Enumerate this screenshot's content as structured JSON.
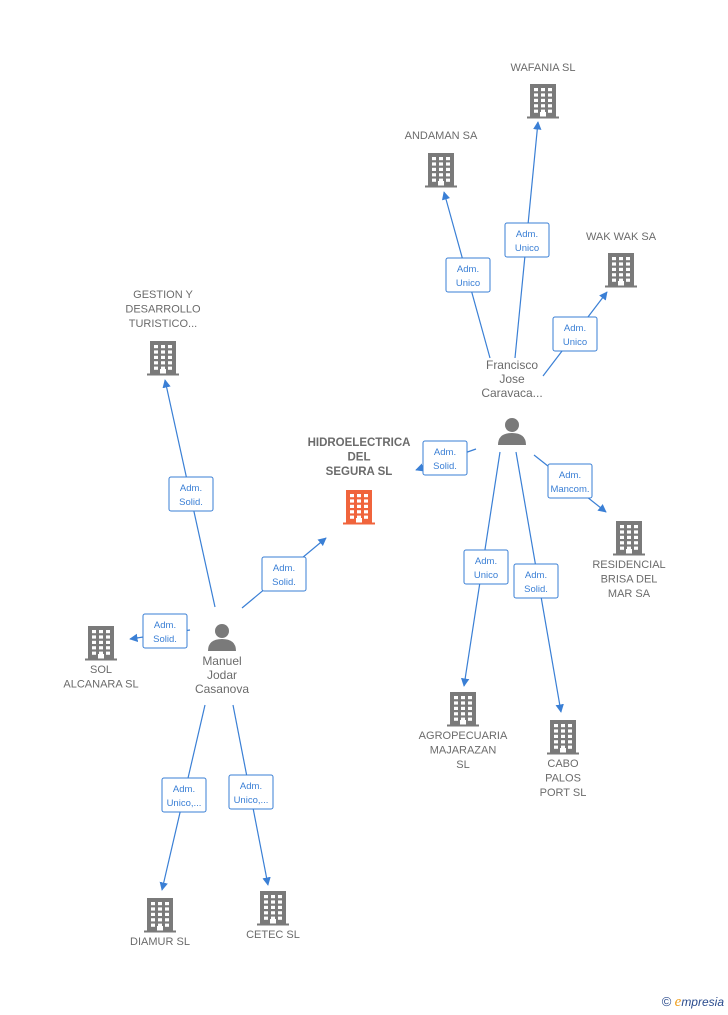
{
  "colors": {
    "edge": "#3a7fd5",
    "building": "#7a7a7a",
    "center_building": "#f0643c",
    "person": "#7a7a7a",
    "label": "#6b6b6b"
  },
  "nodes": [
    {
      "id": "hidroelectrica",
      "kind": "company",
      "center": true,
      "lines": [
        "HIDROELECTRICA",
        "DEL",
        "SEGURA  SL"
      ]
    },
    {
      "id": "wafania",
      "kind": "company",
      "lines": [
        "WAFANIA SL"
      ]
    },
    {
      "id": "andaman",
      "kind": "company",
      "lines": [
        "ANDAMAN SA"
      ]
    },
    {
      "id": "wakwak",
      "kind": "company",
      "lines": [
        "WAK WAK SA"
      ]
    },
    {
      "id": "gestion",
      "kind": "company",
      "lines": [
        "GESTION Y",
        "DESARROLLO",
        "TURISTICO..."
      ]
    },
    {
      "id": "francisco",
      "kind": "person",
      "lines": [
        "Francisco",
        "Jose",
        "Caravaca..."
      ]
    },
    {
      "id": "manuel",
      "kind": "person",
      "lines": [
        "Manuel",
        "Jodar",
        "Casanova"
      ]
    },
    {
      "id": "residencial",
      "kind": "company",
      "lines": [
        "RESIDENCIAL",
        "BRISA DEL",
        "MAR SA"
      ]
    },
    {
      "id": "sol",
      "kind": "company",
      "lines": [
        "SOL",
        "ALCANARA SL"
      ]
    },
    {
      "id": "agropecuaria",
      "kind": "company",
      "lines": [
        "AGROPECUARIA",
        "MAJARAZAN",
        "SL"
      ]
    },
    {
      "id": "cabo",
      "kind": "company",
      "lines": [
        "CABO",
        "PALOS",
        "PORT  SL"
      ]
    },
    {
      "id": "diamur",
      "kind": "company",
      "lines": [
        "DIAMUR SL"
      ]
    },
    {
      "id": "cetec",
      "kind": "company",
      "lines": [
        "CETEC SL"
      ]
    }
  ],
  "edges": [
    {
      "from": "francisco",
      "to": "wafania",
      "label": [
        "Adm.",
        "Unico"
      ]
    },
    {
      "from": "francisco",
      "to": "andaman",
      "label": [
        "Adm.",
        "Unico"
      ]
    },
    {
      "from": "francisco",
      "to": "wakwak",
      "label": [
        "Adm.",
        "Unico"
      ]
    },
    {
      "from": "francisco",
      "to": "hidroelectrica",
      "label": [
        "Adm.",
        "Solid."
      ]
    },
    {
      "from": "francisco",
      "to": "residencial",
      "label": [
        "Adm.",
        "Mancom."
      ]
    },
    {
      "from": "francisco",
      "to": "agropecuaria",
      "label": [
        "Adm.",
        "Unico"
      ]
    },
    {
      "from": "francisco",
      "to": "cabo",
      "label": [
        "Adm.",
        "Solid."
      ]
    },
    {
      "from": "manuel",
      "to": "gestion",
      "label": [
        "Adm.",
        "Solid."
      ]
    },
    {
      "from": "manuel",
      "to": "hidroelectrica",
      "label": [
        "Adm.",
        "Solid."
      ]
    },
    {
      "from": "manuel",
      "to": "sol",
      "label": [
        "Adm.",
        "Solid."
      ]
    },
    {
      "from": "manuel",
      "to": "diamur",
      "label": [
        "Adm.",
        "Unico,..."
      ]
    },
    {
      "from": "manuel",
      "to": "cetec",
      "label": [
        "Adm.",
        "Unico,..."
      ]
    }
  ],
  "watermark": {
    "copyright": "©",
    "brand_initial": "e",
    "brand_rest": "mpresia"
  }
}
